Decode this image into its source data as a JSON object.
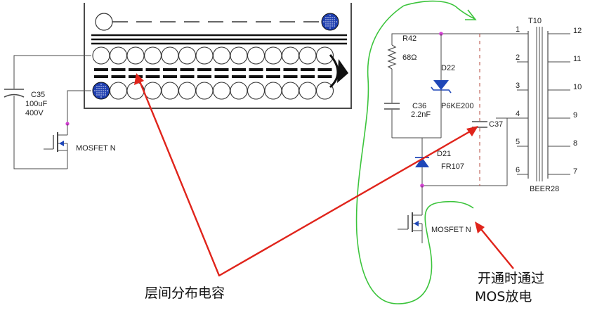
{
  "colors": {
    "wire": "#4a4a4a",
    "node": "#d63fd6",
    "arrow": "#e0241b",
    "highlight": "#3cc43c",
    "diode": "#1f47b8",
    "dot_fill": "#1f3fb0"
  },
  "labels": {
    "c35": "C35",
    "c35_value": "100uF",
    "c35_voltage": "400V",
    "mosfet_left": "MOSFET N",
    "r42": "R42",
    "r42_value": "68Ω",
    "d22": "D22",
    "c36": "C36",
    "c36_value": "2.2nF",
    "p6ke200": "P6KE200",
    "c37": "C37",
    "d21": "D21",
    "fr107": "FR107",
    "mosfet_right": "MOSFET N",
    "t10": "T10",
    "beer28": "BEER28",
    "pins_left": [
      "1",
      "2",
      "3",
      "4",
      "5",
      "6"
    ],
    "pins_right": [
      "12",
      "11",
      "10",
      "9",
      "8",
      "7"
    ]
  },
  "annotations": {
    "interlayer": "层间分布电容",
    "mos_line1": "开通时通过",
    "mos_line2": "MOS放电"
  }
}
